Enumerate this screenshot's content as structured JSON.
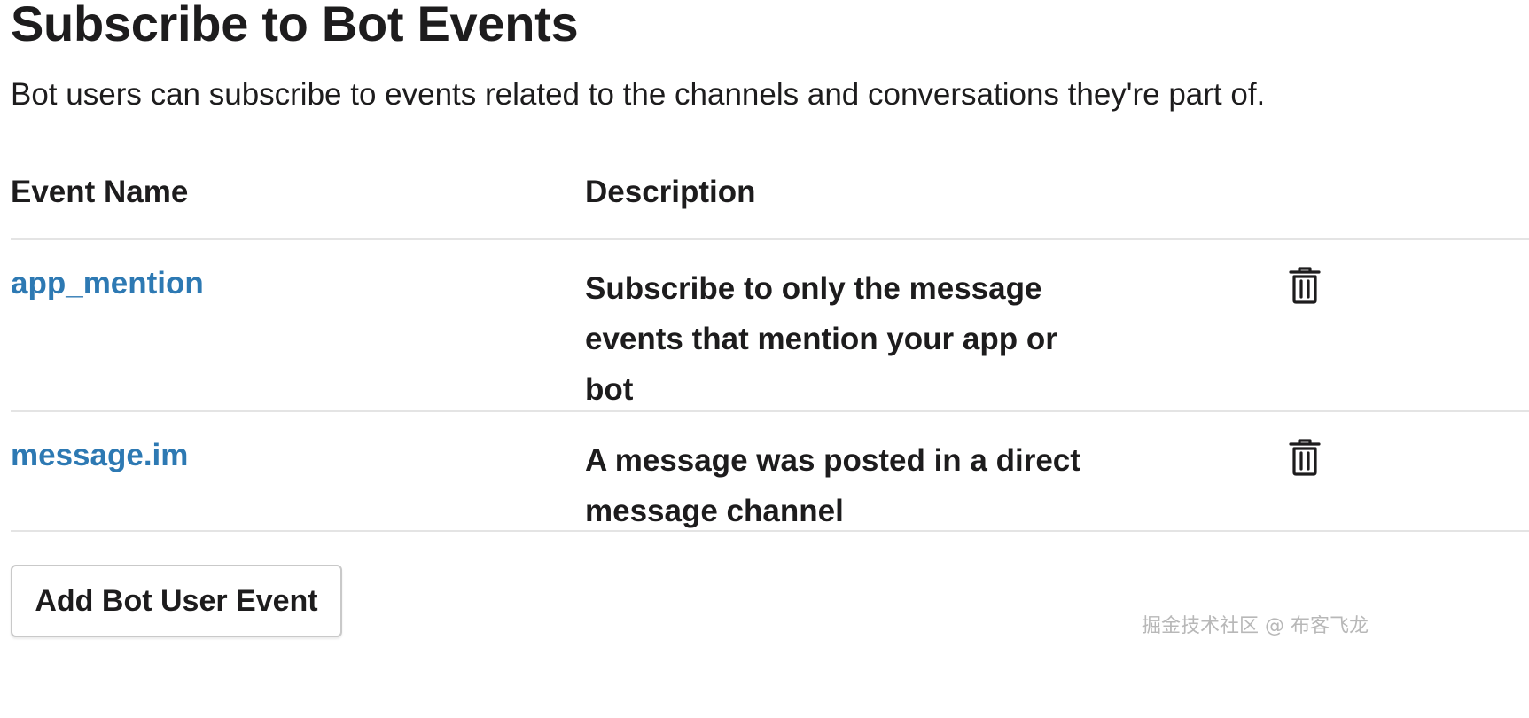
{
  "header": {
    "title": "Subscribe to Bot Events",
    "subtitle": "Bot users can subscribe to events related to the channels and conversations they're part of."
  },
  "table": {
    "columns": [
      "Event Name",
      "Description"
    ],
    "rows": [
      {
        "event_name": "app_mention",
        "description": "Subscribe to only the message events that mention your app or bot",
        "action_icon": "trash-icon"
      },
      {
        "event_name": "message.im",
        "description": "A message was posted in a direct message channel",
        "action_icon": "trash-icon"
      }
    ]
  },
  "actions": {
    "add_button_label": "Add Bot User Event"
  },
  "watermark": "掘金技术社区 @ 布客飞龙",
  "colors": {
    "text": "#1d1c1d",
    "link": "#2d79b3",
    "divider": "#e4e4e4",
    "button_border": "#c9c9c9",
    "watermark": "#b8b8b8"
  }
}
